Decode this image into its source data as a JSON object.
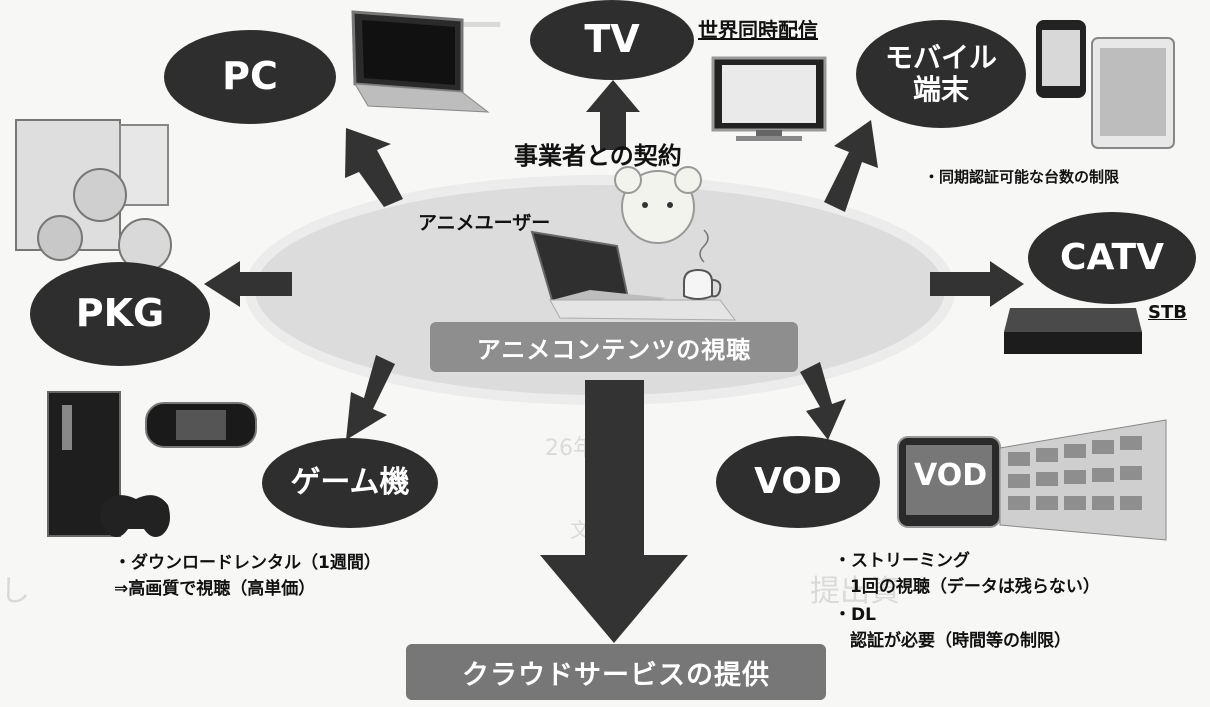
{
  "devices": {
    "pc": "PC",
    "tv": "TV",
    "mobile": "モバイル\n端末",
    "catv": "CATV",
    "pkg": "PKG",
    "game": "ゲーム機",
    "vod": "VOD"
  },
  "center": {
    "user_label": "アニメユーザー",
    "viewing_label": "アニメコンテンツの視聴",
    "contract_label": "事業者との契約"
  },
  "cloud": {
    "label": "クラウドサービスの提供"
  },
  "notes": {
    "tv_note": "世界同時配信",
    "mobile_note": "・同期認証可能な台数の制限",
    "stb_label": "STB",
    "game_note_1": "・ダウンロードレンタル（1週間）",
    "game_note_2": "⇒高画質で視聴（高単価）",
    "vod_note_1": "・ストリーミング",
    "vod_note_2": "1回の視聴（データは残らない）",
    "vod_note_3": "・DL",
    "vod_note_4": "認証が必要（時間等の制限）",
    "vod_screen_text": "VOD"
  },
  "colors": {
    "node_fill": "#2e2e2e",
    "arrow_fill": "#333333",
    "banner_fill": "#8e8e8e",
    "ellipse_fill": "#dcdcdc"
  }
}
